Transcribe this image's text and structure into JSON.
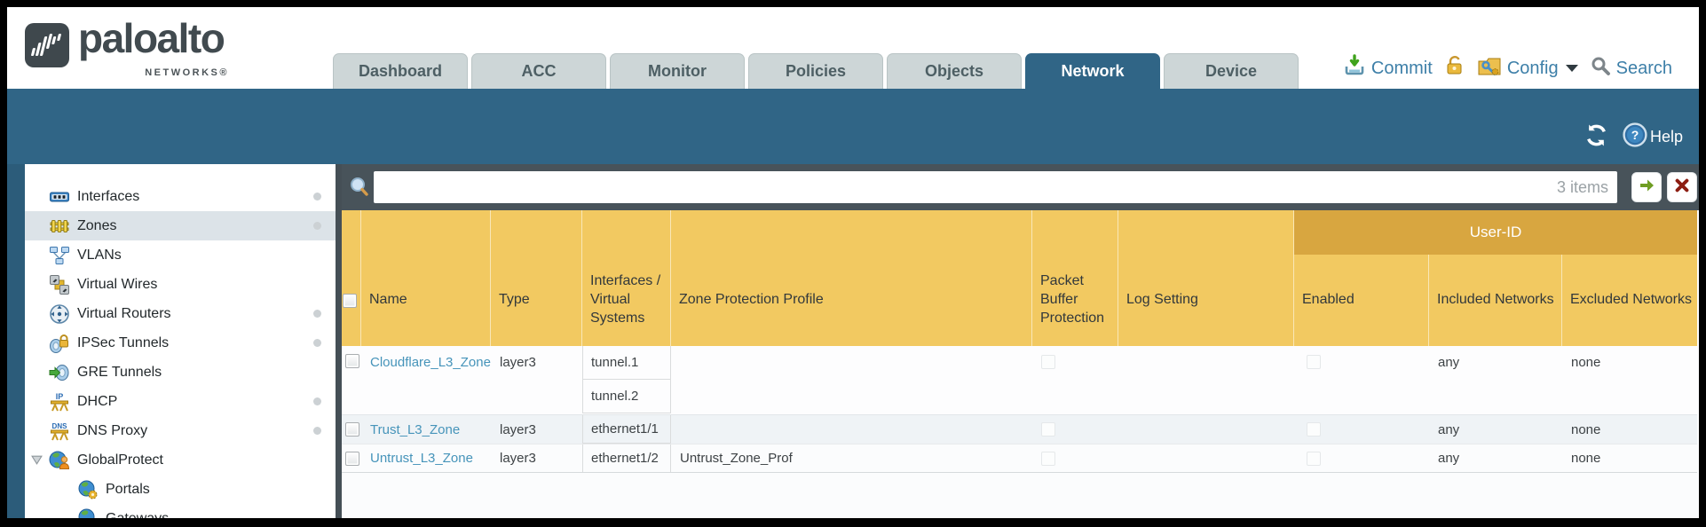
{
  "header": {
    "brand": {
      "name": "paloalto",
      "sub": "NETWORKS®"
    },
    "tabs": [
      {
        "label": "Dashboard",
        "active": false
      },
      {
        "label": "ACC",
        "active": false
      },
      {
        "label": "Monitor",
        "active": false
      },
      {
        "label": "Policies",
        "active": false
      },
      {
        "label": "Objects",
        "active": false
      },
      {
        "label": "Network",
        "active": true
      },
      {
        "label": "Device",
        "active": false
      }
    ],
    "utility": {
      "commit": "Commit",
      "config": "Config",
      "search": "Search"
    }
  },
  "band": {
    "help": "Help",
    "help_icon_glyph": "?"
  },
  "sidebar": {
    "items": [
      {
        "label": "Interfaces",
        "dot": true
      },
      {
        "label": "Zones",
        "dot": true,
        "selected": true
      },
      {
        "label": "VLANs"
      },
      {
        "label": "Virtual Wires"
      },
      {
        "label": "Virtual Routers",
        "dot": true
      },
      {
        "label": "IPSec Tunnels",
        "dot": true
      },
      {
        "label": "GRE Tunnels"
      },
      {
        "label": "DHCP",
        "dot": true,
        "icon_badge": "IP"
      },
      {
        "label": "DNS Proxy",
        "dot": true,
        "icon_badge": "DNS"
      },
      {
        "label": "GlobalProtect",
        "expanded": true
      },
      {
        "label": "Portals",
        "child": true
      },
      {
        "label": "Gateways",
        "child": true
      }
    ]
  },
  "filter": {
    "count": "3 items"
  },
  "table": {
    "group_header": "User-ID",
    "columns": [
      "",
      "Name",
      "Type",
      "Interfaces / Virtual Systems",
      "Zone Protection Profile",
      "Packet Buffer Protection",
      "Log Setting",
      "Enabled",
      "Included Networks",
      "Excluded Networks"
    ],
    "rows": [
      {
        "name": "Cloudflare_L3_Zone",
        "type": "layer3",
        "interfaces": [
          "tunnel.1",
          "tunnel.2"
        ],
        "zone_protection_profile": "",
        "log_setting": "",
        "included_networks": "any",
        "excluded_networks": "none"
      },
      {
        "name": "Trust_L3_Zone",
        "type": "layer3",
        "interfaces": [
          "ethernet1/1"
        ],
        "zone_protection_profile": "",
        "log_setting": "",
        "included_networks": "any",
        "excluded_networks": "none"
      },
      {
        "name": "Untrust_L3_Zone",
        "type": "layer3",
        "interfaces": [
          "ethernet1/2"
        ],
        "zone_protection_profile": "Untrust_Zone_Prof",
        "log_setting": "",
        "included_networks": "any",
        "excluded_networks": "none"
      }
    ]
  },
  "colors": {
    "teal": "#306586",
    "gold": "#f2c961",
    "gold_dark": "#d8a640",
    "link": "#4694ba",
    "filter_bar": "#48535a"
  }
}
